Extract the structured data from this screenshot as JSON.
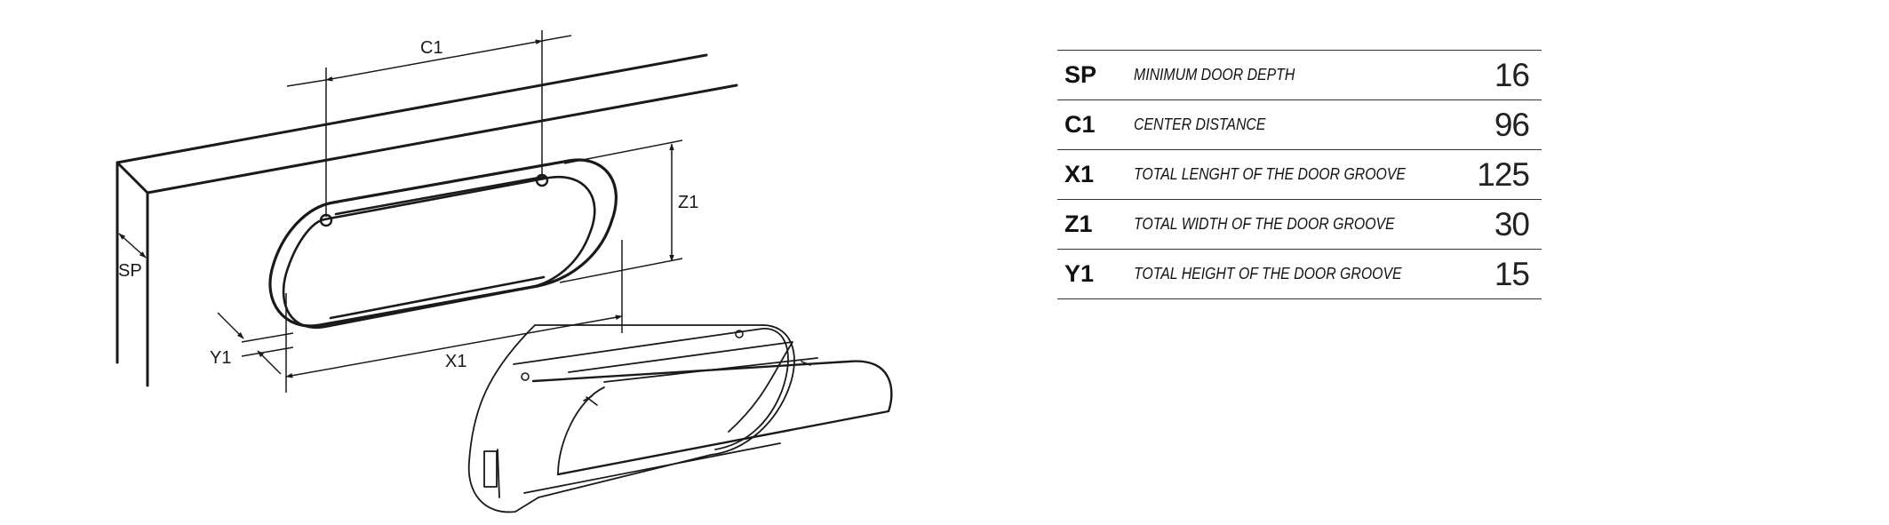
{
  "diagram": {
    "labels": {
      "c1": "C1",
      "z1": "Z1",
      "sp": "SP",
      "y1": "Y1",
      "x1": "X1"
    }
  },
  "spec_table": {
    "rows": [
      {
        "code": "SP",
        "description": "MINIMUM DOOR DEPTH",
        "value": "16"
      },
      {
        "code": "C1",
        "description": "CENTER DISTANCE",
        "value": "96"
      },
      {
        "code": "X1",
        "description": "TOTAL LENGHT OF THE DOOR GROOVE",
        "value": "125"
      },
      {
        "code": "Z1",
        "description": "TOTAL WIDTH OF THE DOOR GROOVE",
        "value": "30"
      },
      {
        "code": "Y1",
        "description": "TOTAL HEIGHT OF THE DOOR GROOVE",
        "value": "15"
      }
    ]
  },
  "colors": {
    "line": "#1a1a1a",
    "background": "#ffffff"
  }
}
